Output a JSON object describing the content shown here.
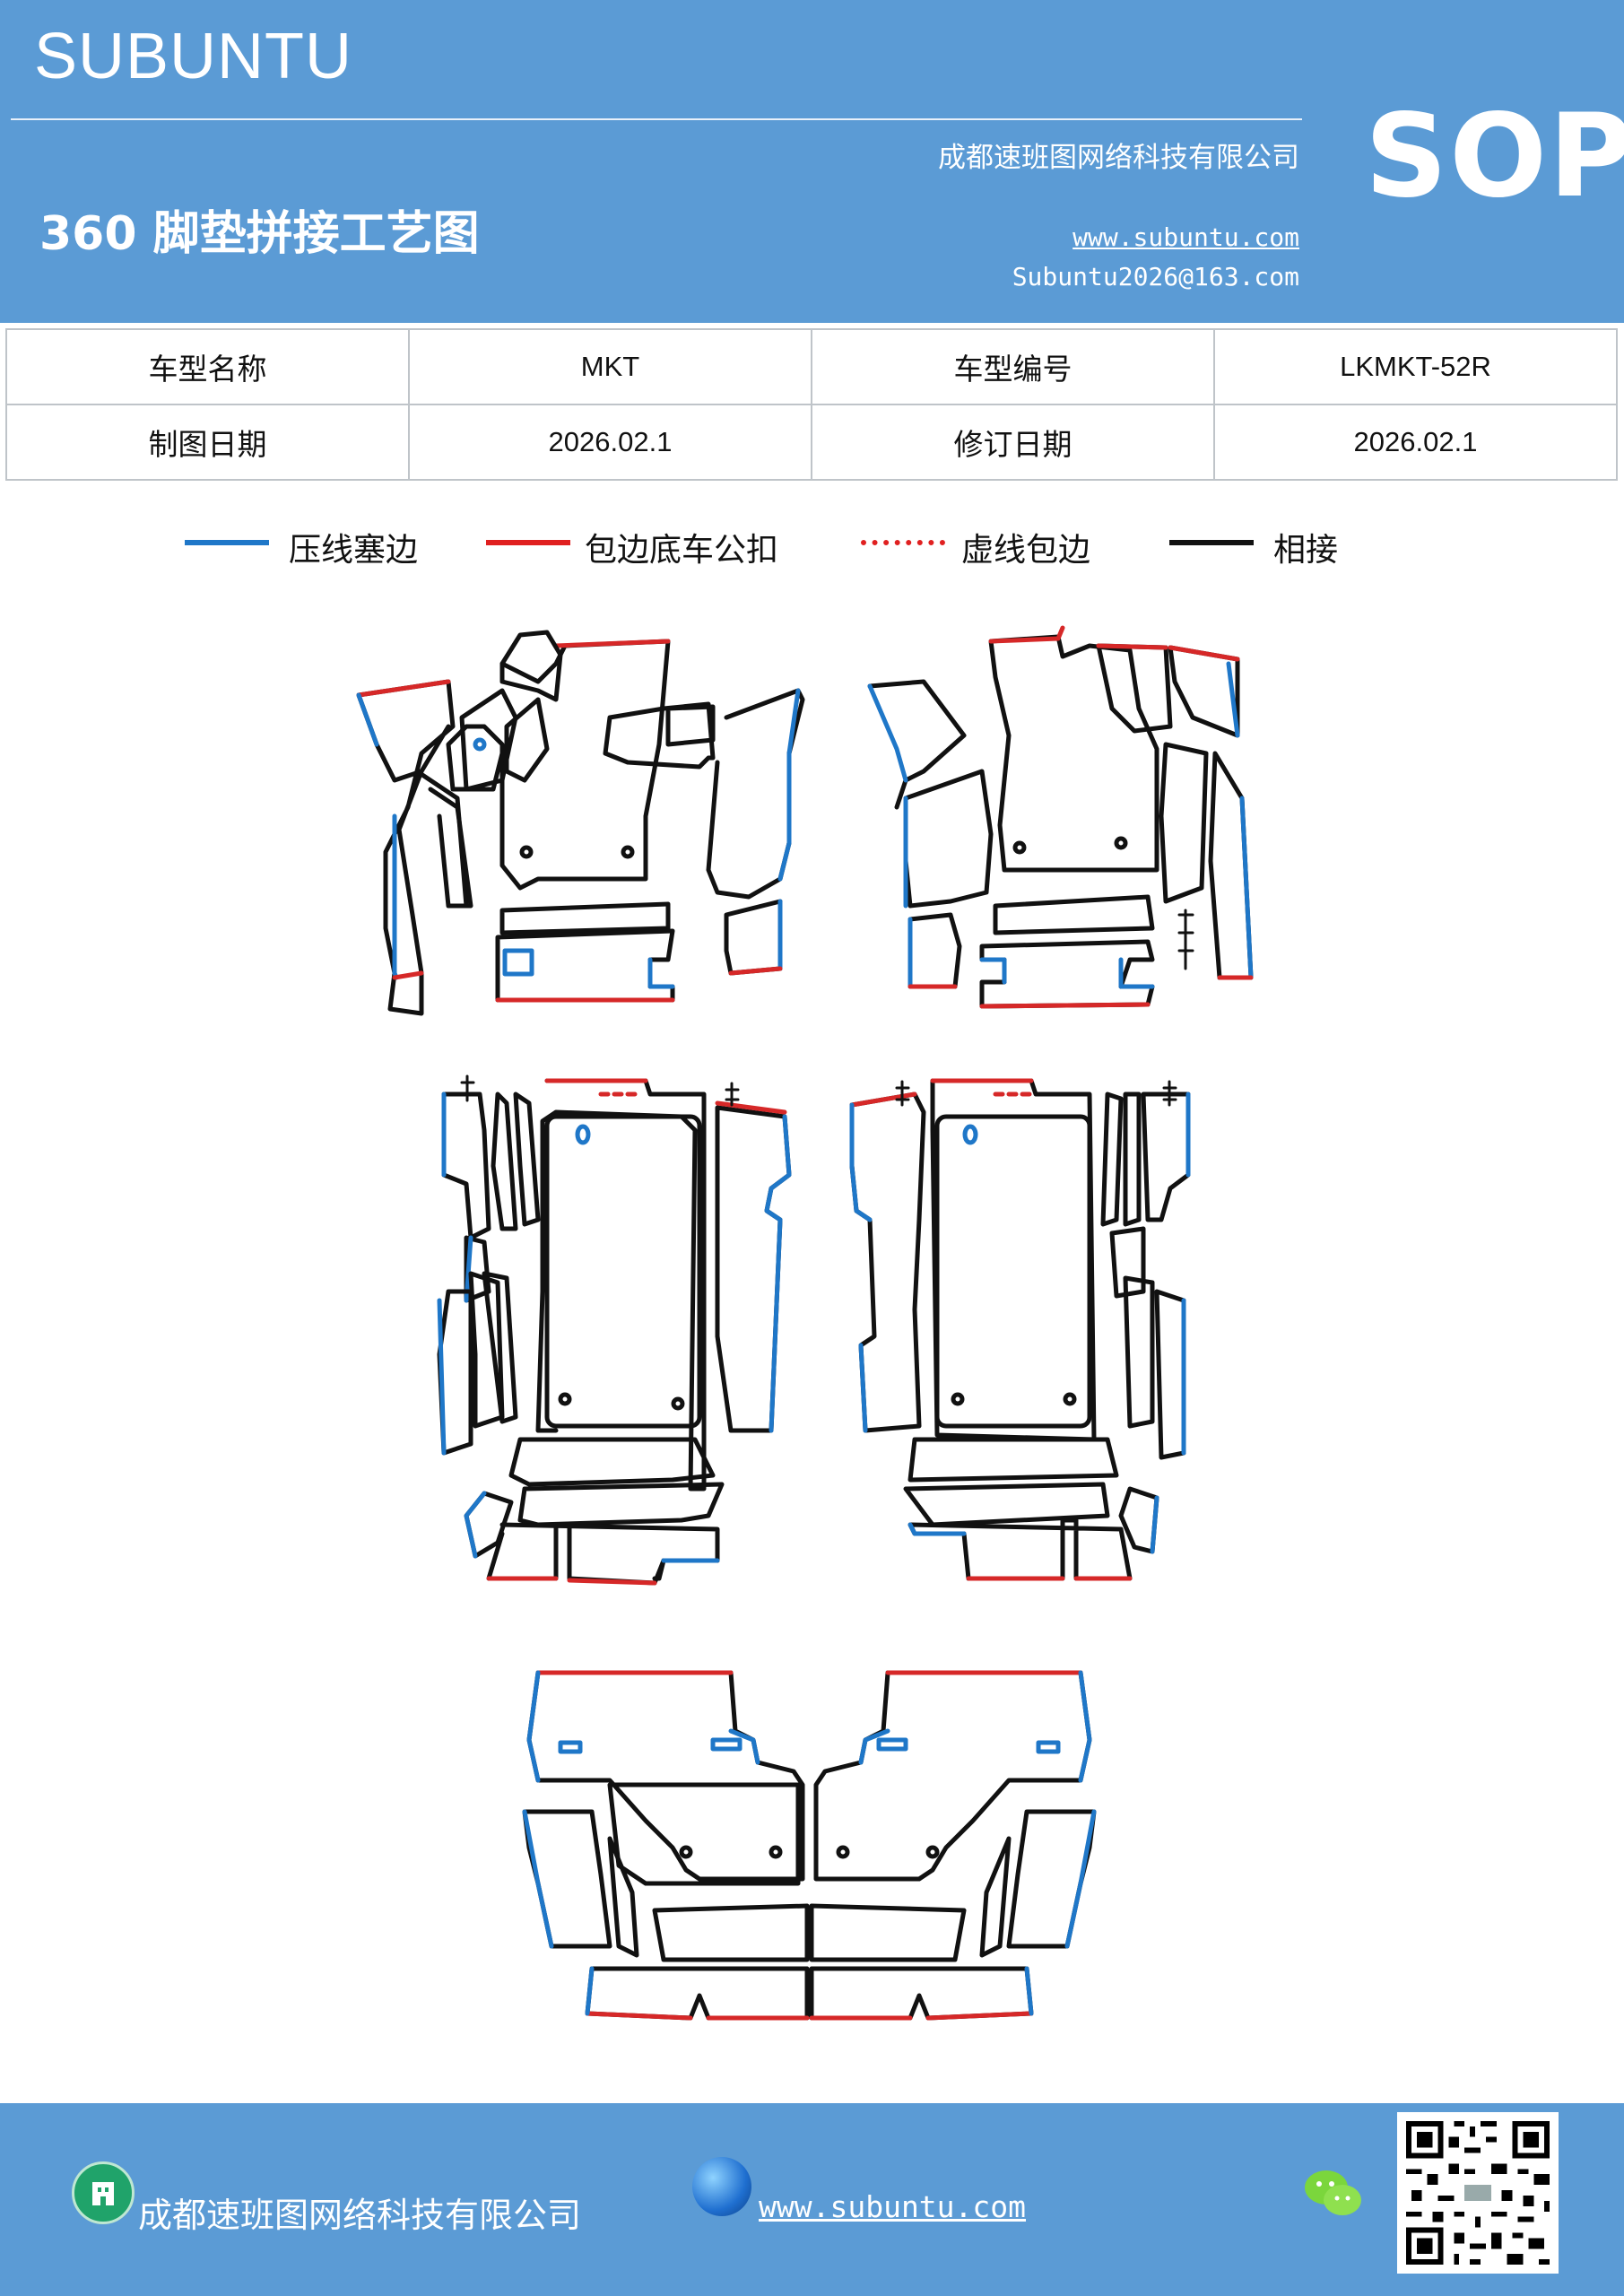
{
  "header": {
    "brand": "SUBUNTU",
    "company": "成都速班图网络科技有限公司",
    "title": "360 脚垫拼接工艺图",
    "website": "www.subuntu.com",
    "email": "Subuntu2026@163.com",
    "badge": "SOP"
  },
  "info_table": {
    "row1": {
      "label1": "车型名称",
      "value1": "MKT",
      "label2": "车型编号",
      "value2": "LKMKT-52R"
    },
    "row2": {
      "label1": "制图日期",
      "value1": "2026.02.1",
      "label2": "修订日期",
      "value2": "2026.02.1"
    }
  },
  "legend": [
    {
      "label": "压线塞边",
      "color": "#1f77c8",
      "style": "solid"
    },
    {
      "label": "包边底车公扣",
      "color": "#e02020",
      "style": "solid"
    },
    {
      "label": "虚线包边",
      "color": "#e02020",
      "style": "dotted"
    },
    {
      "label": "相接",
      "color": "#111111",
      "style": "solid"
    }
  ],
  "colors": {
    "header_bg": "#5b9bd5",
    "edge_blue": "#1f77c8",
    "edge_red": "#d62828",
    "edge_black": "#111111"
  },
  "footer": {
    "company": "成都速班图网络科技有限公司",
    "website": "www.subuntu.com",
    "icons": [
      "company-icon",
      "globe-icon",
      "wechat-icon",
      "qr-code"
    ]
  }
}
